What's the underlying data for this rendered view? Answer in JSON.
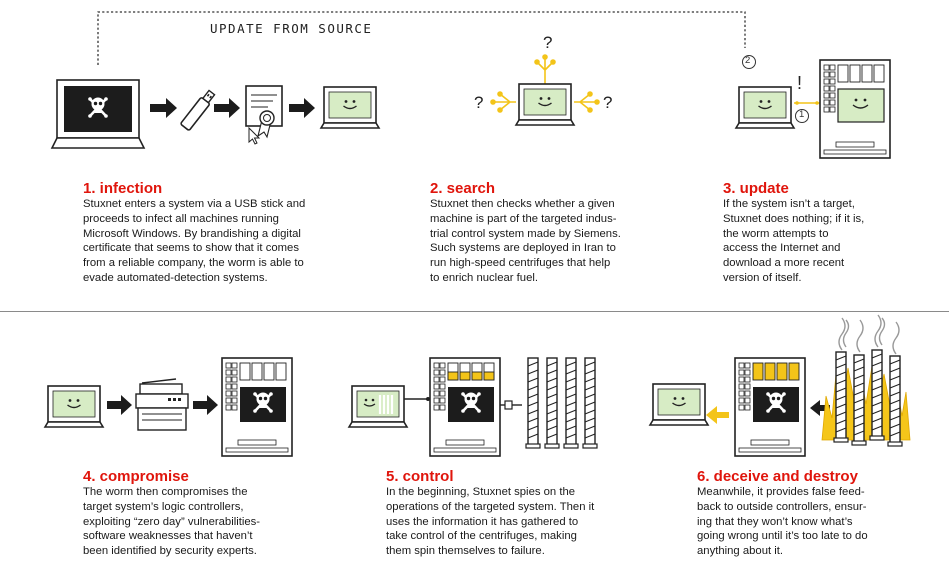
{
  "banner": {
    "label": "UPDATE FROM SOURCE"
  },
  "marks": {
    "question": "?",
    "exclamation": "!",
    "num1": "1",
    "num2": "2"
  },
  "colors": {
    "accent_red": "#e0150c",
    "screen_green": "#d7ecc5",
    "yellow": "#f3c419",
    "dark": "#1c1c1c",
    "fire": "#f5c61a"
  },
  "steps": [
    {
      "title": "1. infection",
      "lines": [
        "Stuxnet enters a system via a USB stick and",
        "proceeds to infect all machines running",
        "Microsoft Windows. By brandishing a digital",
        "certificate that seems to show that it comes",
        "from a reliable company, the worm is able to",
        "evade automated-detection systems."
      ]
    },
    {
      "title": "2. search",
      "lines": [
        "Stuxnet then checks whether a given",
        "machine is part of the targeted indus-",
        "trial control system made by Siemens.",
        "Such systems are deployed in Iran to",
        "run high-speed centrifuges that help",
        "to enrich nuclear fuel."
      ]
    },
    {
      "title": "3. update",
      "lines": [
        "If the system isn’t a target,",
        "Stuxnet does nothing; if it is,",
        "the worm attempts to",
        "access the Internet and",
        "download a more recent",
        "version of itself."
      ]
    },
    {
      "title": "4. compromise",
      "lines": [
        "The worm then compromises the",
        "target system’s logic controllers,",
        "exploiting “zero day” vulnerabilities-",
        "software weaknesses that haven’t",
        "been identified by security experts."
      ]
    },
    {
      "title": "5. control",
      "lines": [
        "In the beginning, Stuxnet spies on the",
        "operations of the targeted system. Then it",
        "uses the information it has gathered to",
        "take control of the centrifuges, making",
        "them spin themselves to failure."
      ]
    },
    {
      "title": "6. deceive and destroy",
      "lines": [
        "Meanwhile, it provides false feed-",
        "back to outside controllers, ensur-",
        "ing that they won’t know what’s",
        "going wrong until it’s too late to do",
        "anything about it."
      ]
    }
  ]
}
